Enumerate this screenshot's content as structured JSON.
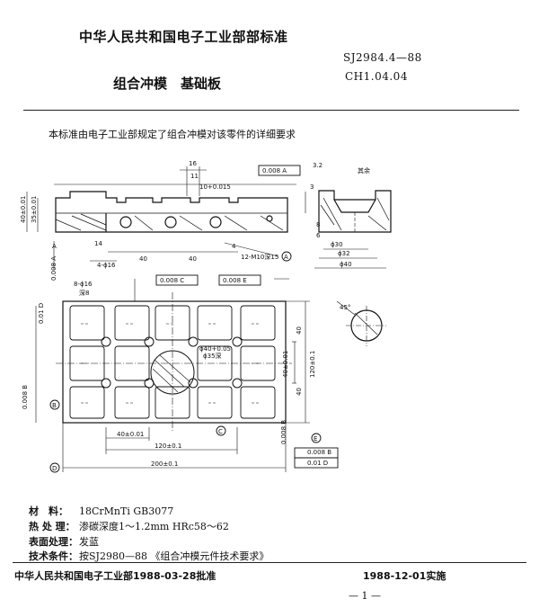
{
  "header": {
    "org_title": "中华人民共和国电子工业部部标准",
    "std_code": "SJ2984.4—88",
    "class_code": "CH1.04.04",
    "doc_title": "组合冲模　基础板"
  },
  "intro": "本标准由电子工业部规定了组合冲模对该零件的详细要求",
  "drawing": {
    "dims": {
      "d16": "16",
      "d11": "11",
      "d3": "3",
      "h_top": "10+0.015",
      "flat1": "0.008 A",
      "rough_top": "3.2",
      "d40_left": "40±0.01",
      "d35": "35±0.01",
      "d14": "14",
      "d40a": "40",
      "d40b": "40",
      "d4": "4",
      "holes_side": "4-ϕ16",
      "thread_note": "12-M10深15",
      "sec_A": "A",
      "sec_Aleft": "A",
      "flat_left": "0.008 A",
      "d30": "ϕ30",
      "d32": "ϕ32",
      "d40r": "ϕ40",
      "d8": "8",
      "d6": "6",
      "rest_rough": "其余",
      "holes8": "8-ϕ16",
      "deep": "深8",
      "par_C": "0.008 C",
      "perp_E": "0.008 E",
      "perp_D": "0.01 D",
      "center_hole": "ϕ40+0.05",
      "center_sub": "ϕ35深",
      "d40c": "40",
      "d40d": "40±0.01",
      "d120": "120±0.1",
      "d40e": "40",
      "w40": "40±0.01",
      "w120": "120±0.1",
      "w200": "200±0.1",
      "par_B": "0.008 B",
      "perp_B": "0.008 B",
      "box_bot1": "0.008 B",
      "box_bot2": "0.01 D",
      "ang45": "45°",
      "sec_B": "B",
      "sec_C": "C",
      "sec_D": "D",
      "sec_E": "E"
    }
  },
  "specs": [
    {
      "key": "材　料：",
      "value": "18CrMnTi  GB3077"
    },
    {
      "key": "热 处 理：",
      "value": "渗碳深度1～1.2mm  HRc58～62"
    },
    {
      "key": "表面处理：",
      "value": "发蓝"
    },
    {
      "key": "技术条件：",
      "value": "按SJ2980—88 《组合冲模元件技术要求》"
    }
  ],
  "footer": {
    "approval": "中华人民共和国电子工业部1988-03-28批准",
    "implement": "1988-12-01实施",
    "page": "— 1 —"
  }
}
